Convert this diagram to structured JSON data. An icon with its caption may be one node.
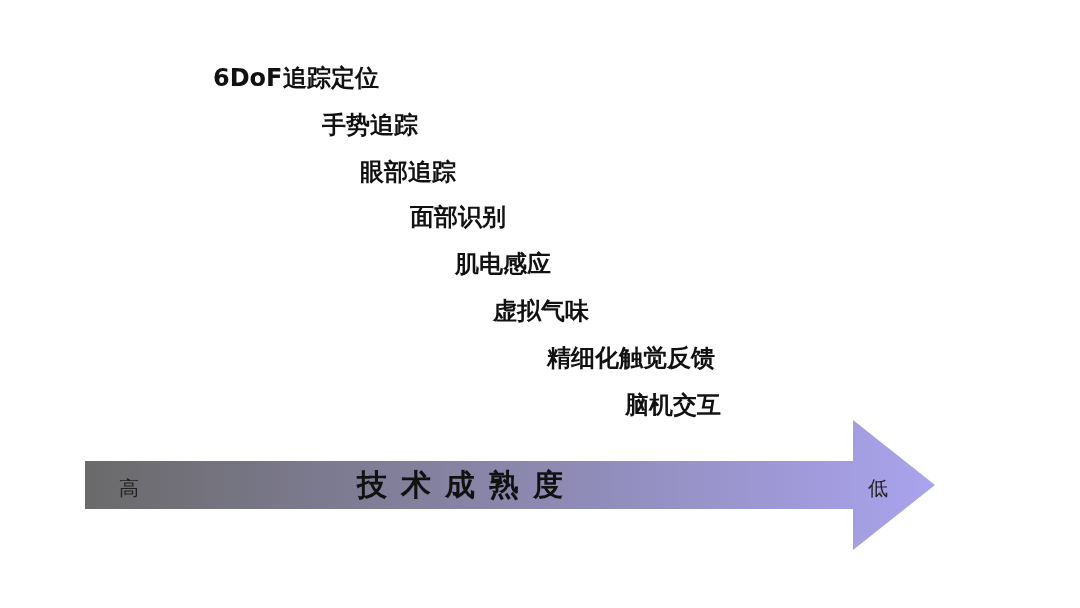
{
  "diagram": {
    "labels": [
      "6DoF追踪定位",
      "手势追踪",
      "眼部追踪",
      "面部识别",
      "肌电感应",
      "虚拟气味",
      "精细化触觉反馈",
      "脑机交互",
      "高",
      "技术成熟度",
      "低"
    ]
  }
}
